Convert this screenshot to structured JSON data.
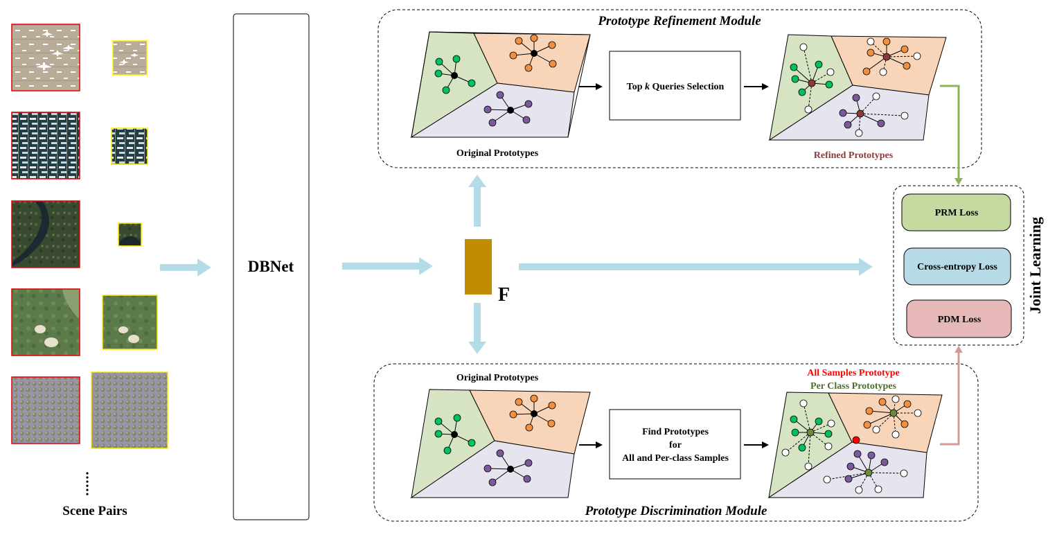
{
  "scene_pairs": {
    "label": "Scene Pairs",
    "pairs": [
      {
        "scene": "airplanes"
      },
      {
        "scene": "harbor"
      },
      {
        "scene": "river"
      },
      {
        "scene": "golf-course"
      },
      {
        "scene": "orchard"
      }
    ],
    "colors": {
      "large_border": "#e00000",
      "small_border": "#ffea00"
    }
  },
  "backbone": {
    "label": "DBNet"
  },
  "feature": {
    "label": "F",
    "color": "#c08c00"
  },
  "prm": {
    "title": "Prototype Refinement Module",
    "left_caption": "Original Prototypes",
    "box_prefix": "Top ",
    "box_k": "k",
    "box_suffix": " Queries Selection",
    "right_caption": "Refined Prototypes",
    "right_caption_color": "#8b3a3a"
  },
  "pdm": {
    "title": "Prototype Discrimination Module",
    "left_caption": "Original Prototypes",
    "box_lines": [
      "Find Prototypes",
      "for",
      "All and Per-class Samples"
    ],
    "legend_all": "All Samples Prototype",
    "legend_all_color": "#ff0000",
    "legend_per": "Per Class Prototypes",
    "legend_per_color": "#4f6b2a"
  },
  "joint_learning": {
    "title": "Joint Learning",
    "losses": [
      {
        "label": "PRM Loss",
        "color": "#c5d9a0"
      },
      {
        "label": "Cross-entropy Loss",
        "color": "#b7dbe6"
      },
      {
        "label": "PDM Loss",
        "color": "#e6b9b8"
      }
    ]
  },
  "colors": {
    "green_region": "#d7e4c4",
    "orange_region": "#f8d5b9",
    "purple_region": "#e6e4ef",
    "green_node": "#00c060",
    "orange_node": "#f09040",
    "purple_node": "#7a5a9a",
    "arrow_blue": "#b4dce8",
    "arrow_green": "#8fb35a",
    "arrow_pink": "#d49a9a"
  }
}
